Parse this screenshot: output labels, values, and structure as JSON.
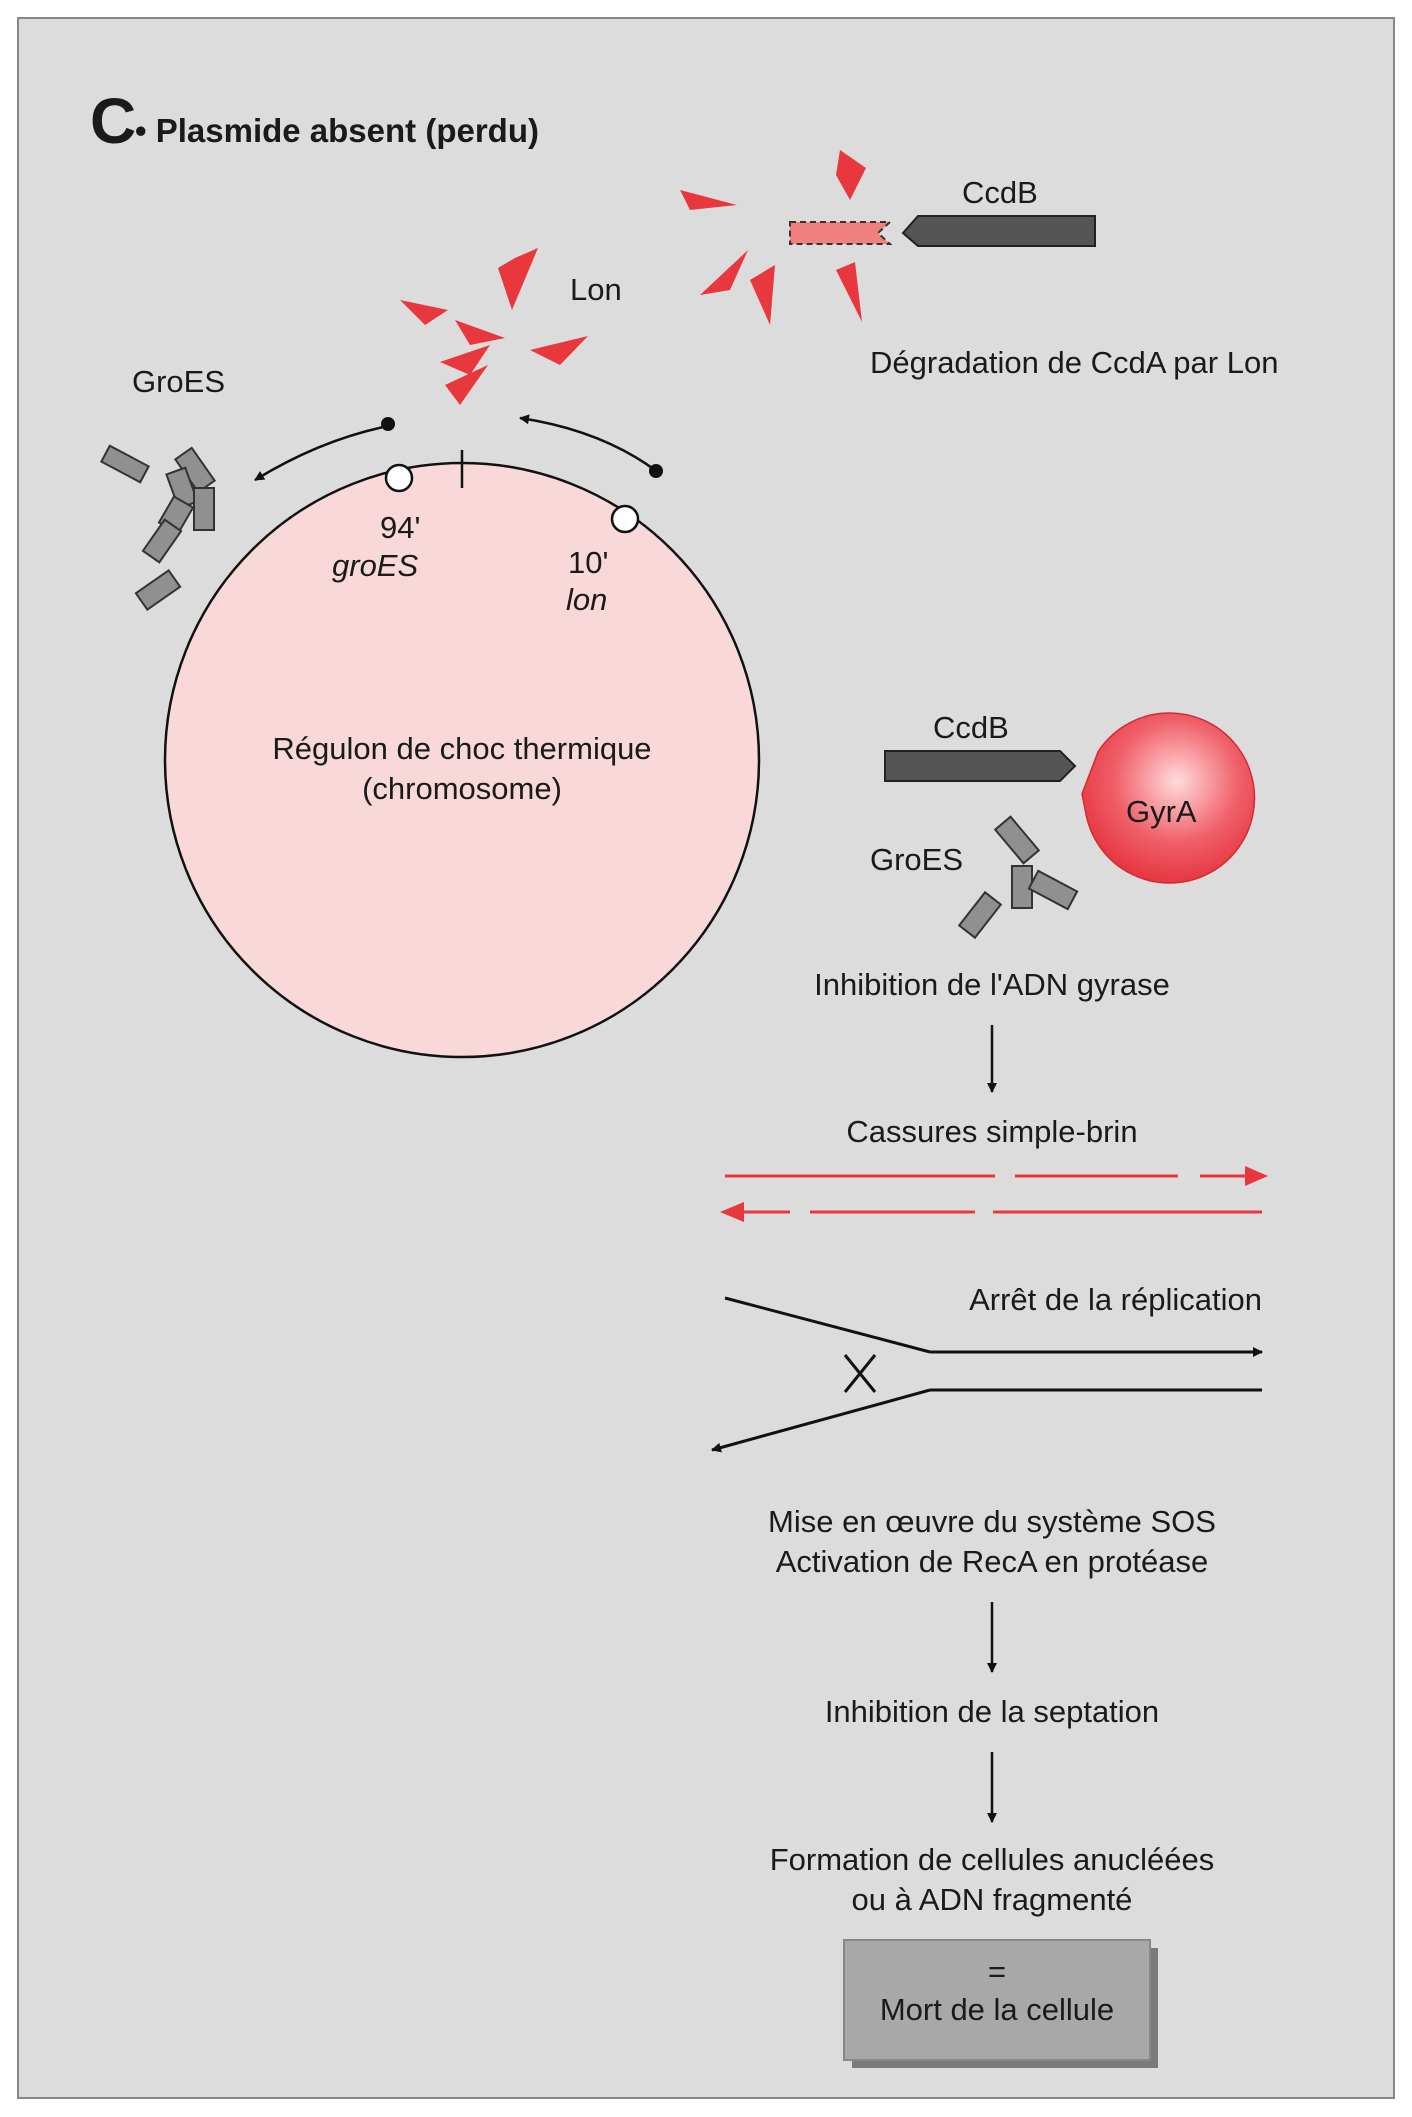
{
  "panel": {
    "letter": "C",
    "title": "• Plasmide absent (perdu)"
  },
  "proteins": {
    "lon": "Lon",
    "groes_top": "GroES",
    "ccdb_top": "CcdB",
    "ccdb_mid": "CcdB",
    "gyra": "GyrA",
    "groes_mid": "GroES"
  },
  "chromosome": {
    "label_line1": "Régulon de choc thermique",
    "label_line2": "(chromosome)",
    "gene_groes_pos": "94'",
    "gene_groes_name": "groES",
    "gene_lon_pos": "10'",
    "gene_lon_name": "lon"
  },
  "steps": {
    "degradation": "Dégradation de CcdA par Lon",
    "inhibition_gyrase": "Inhibition de l'ADN gyrase",
    "cassures": "Cassures simple-brin",
    "arret": "Arrêt de la réplication",
    "sos_line1": "Mise en œuvre du système SOS",
    "sos_line2": "Activation de RecA en protéase",
    "septation": "Inhibition de la septation",
    "formation_line1": "Formation de cellules anucléées",
    "formation_line2": "ou à ADN fragmenté"
  },
  "result": {
    "equals": "=",
    "text": "Mort de la cellule"
  },
  "colors": {
    "background": "#dcdcdc",
    "red": "#e8373d",
    "pink_fill": "#f8d8d8",
    "dark_gray": "#555555"
  }
}
